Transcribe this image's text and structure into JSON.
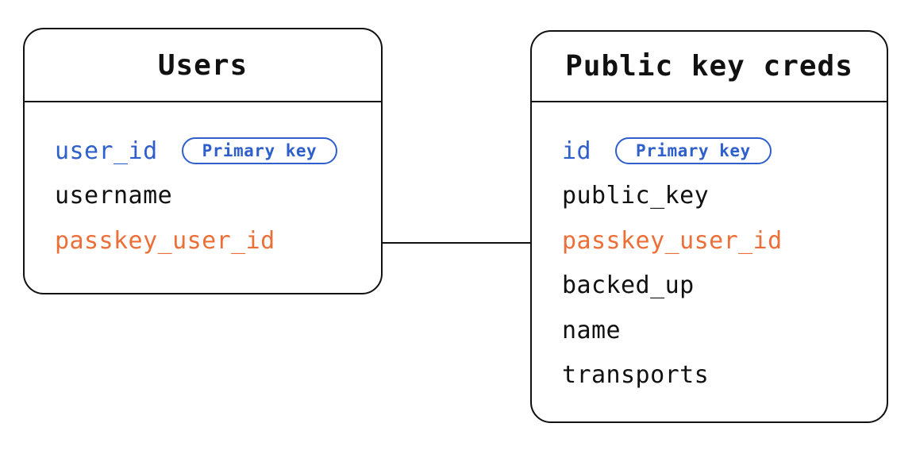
{
  "diagram": {
    "colors": {
      "accent_blue": "#2e5fcb",
      "accent_orange": "#ec6f38",
      "stroke": "#111111"
    },
    "tables": [
      {
        "title": "Users",
        "fields": [
          {
            "name": "user_id",
            "color": "blue",
            "badge": "Primary key"
          },
          {
            "name": "username",
            "color": "black"
          },
          {
            "name": "passkey_user_id",
            "color": "orange"
          }
        ]
      },
      {
        "title": "Public key creds",
        "fields": [
          {
            "name": "id",
            "color": "blue",
            "badge": "Primary key"
          },
          {
            "name": "public_key",
            "color": "black"
          },
          {
            "name": "passkey_user_id",
            "color": "orange"
          },
          {
            "name": "backed_up",
            "color": "black"
          },
          {
            "name": "name",
            "color": "black"
          },
          {
            "name": "transports",
            "color": "black"
          }
        ]
      }
    ],
    "relationship": {
      "from_table": "Users",
      "from_field": "passkey_user_id",
      "to_table": "Public key creds",
      "to_field": "passkey_user_id"
    }
  }
}
